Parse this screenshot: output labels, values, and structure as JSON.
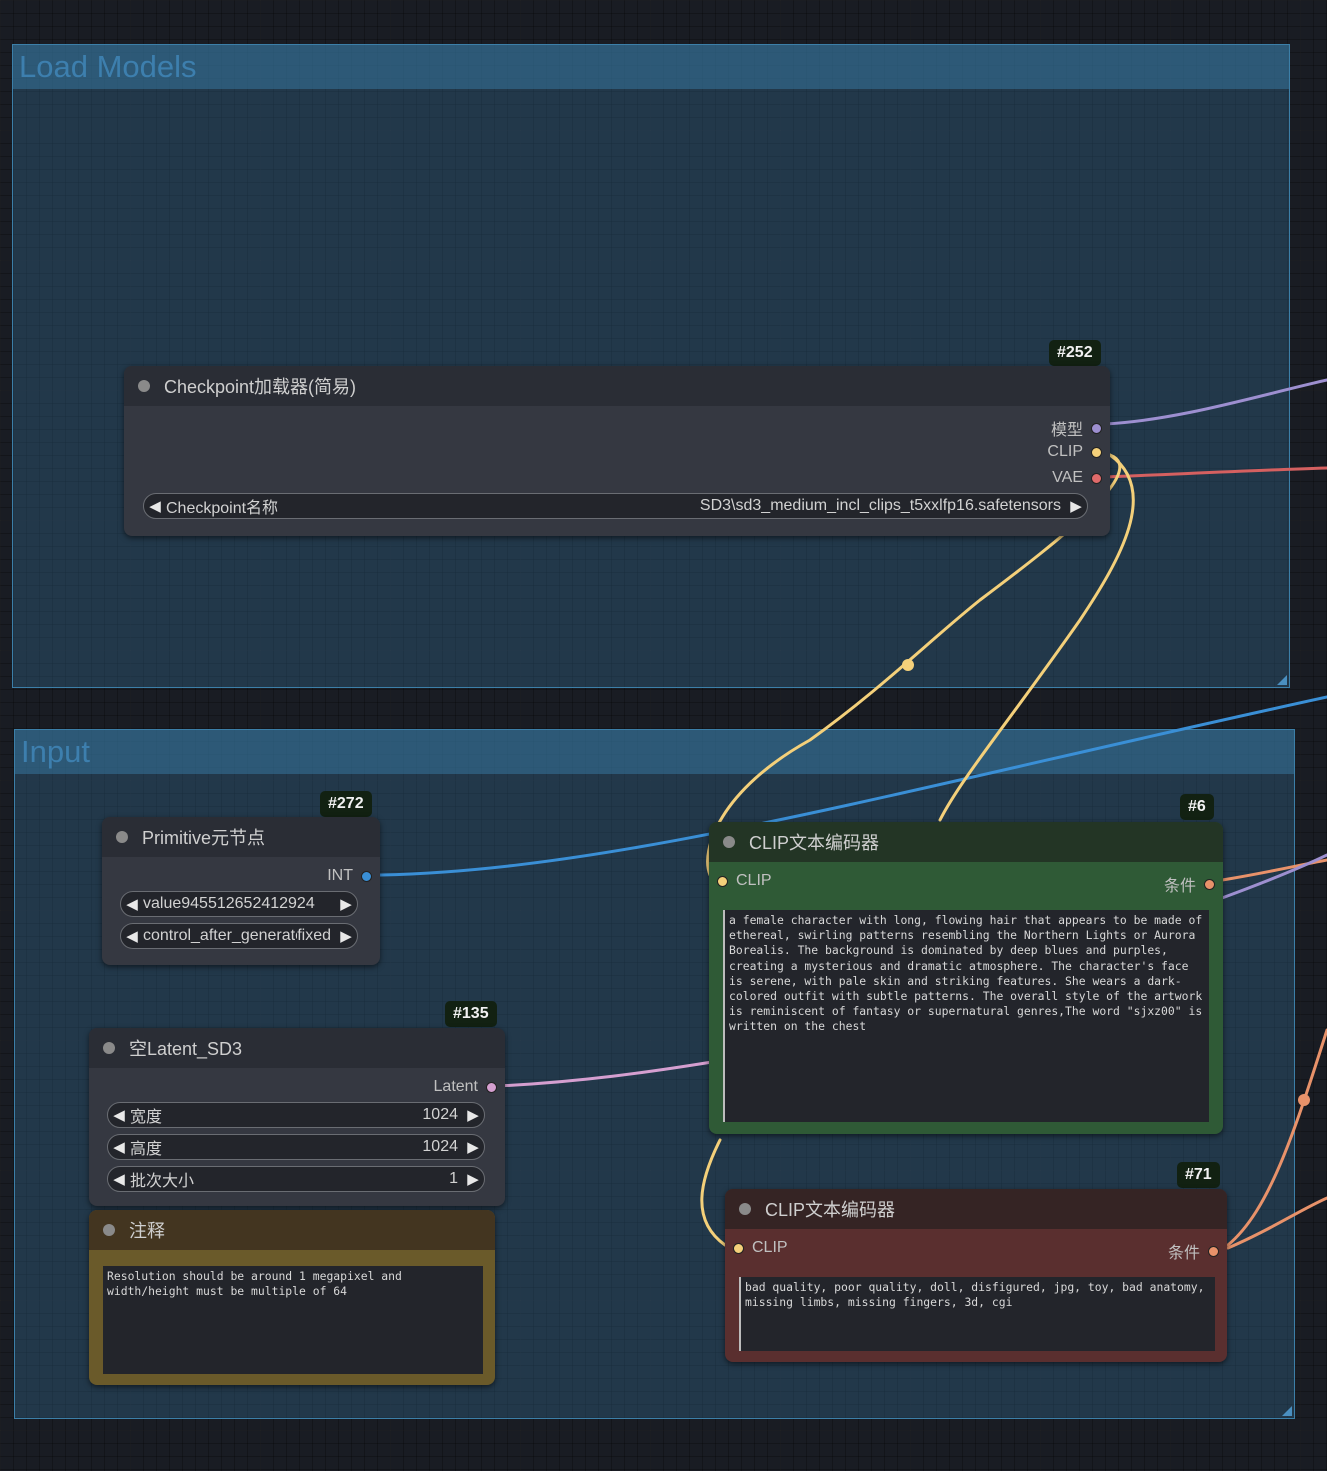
{
  "groups": {
    "load_models": {
      "title": "Load Models"
    },
    "input": {
      "title": "Input"
    }
  },
  "nodes": {
    "checkpoint": {
      "id": "#252",
      "title": "Checkpoint加载器(简易)",
      "outputs": {
        "model": "模型",
        "clip": "CLIP",
        "vae": "VAE"
      },
      "widget": {
        "label": "Checkpoint名称",
        "value": "SD3\\sd3_medium_incl_clips_t5xxlfp16.safetensors"
      }
    },
    "primitive": {
      "id": "#272",
      "title": "Primitive元节点",
      "output": "INT",
      "widgets": [
        {
          "label": "value",
          "value": "945512652412924"
        },
        {
          "label": "control_after_generate",
          "value": "fixed"
        }
      ]
    },
    "latent": {
      "id": "#135",
      "title": "空Latent_SD3",
      "output": "Latent",
      "widgets": [
        {
          "label": "宽度",
          "value": "1024"
        },
        {
          "label": "高度",
          "value": "1024"
        },
        {
          "label": "批次大小",
          "value": "1"
        }
      ]
    },
    "note": {
      "title": "注释",
      "text": "Resolution should be around 1 megapixel and width/height must be multiple of 64"
    },
    "clip_pos": {
      "id": "#6",
      "title": "CLIP文本编码器",
      "input": "CLIP",
      "output": "条件",
      "text": "a female character with long, flowing hair that appears to be made of ethereal, swirling patterns resembling the Northern Lights or Aurora Borealis. The background is dominated by deep blues and purples, creating a mysterious and dramatic atmosphere. The character's face is serene, with pale skin and striking features. She wears a dark-colored outfit with subtle patterns. The overall style of the artwork is reminiscent of fantasy or supernatural genres,The word \"sjxz00\" is written on the chest"
    },
    "clip_neg": {
      "id": "#71",
      "title": "CLIP文本编码器",
      "input": "CLIP",
      "output": "条件",
      "text": "bad quality, poor quality, doll, disfigured, jpg, toy, bad anatomy, missing limbs, missing fingers, 3d, cgi"
    }
  },
  "colors": {
    "model": "#9d8fd0",
    "clip": "#f4d07a",
    "vae": "#e06a6a",
    "int": "#3a8fd6",
    "latent": "#d59fd0",
    "conditioning": "#e8926a",
    "group": "#3c7fa8",
    "positive_node": "#2f5a36",
    "negative_node": "#5a2f2f",
    "note_node": "#6a5a2a"
  }
}
